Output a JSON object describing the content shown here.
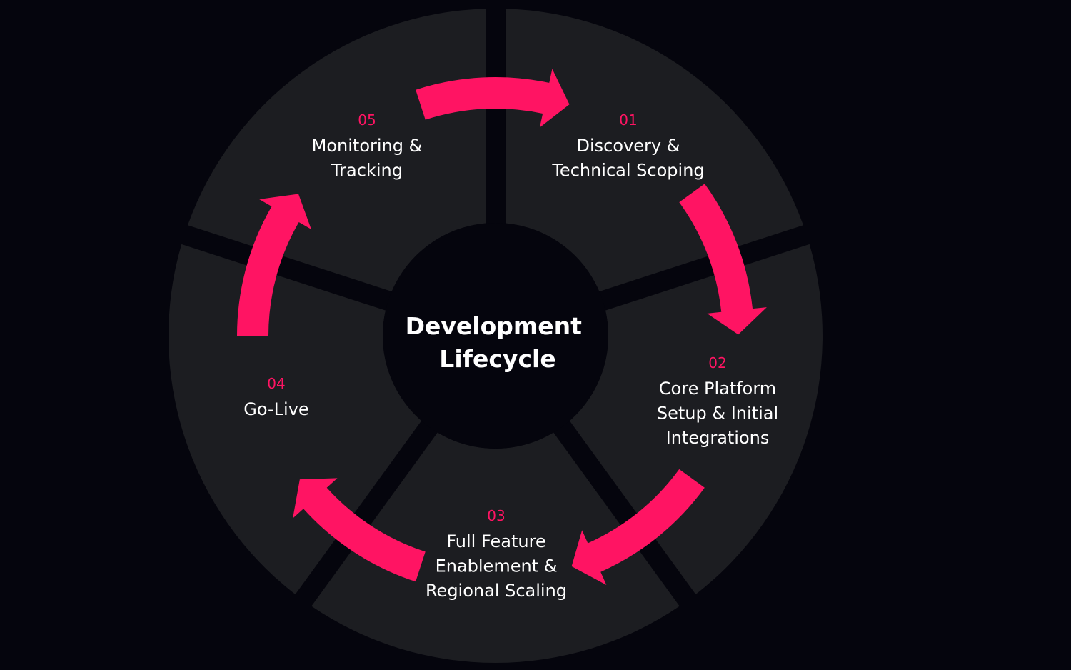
{
  "title": [
    "Development",
    "Lifecycle"
  ],
  "colors": {
    "background": "#05050d",
    "segment": "#1c1d21",
    "center": "#05050d",
    "accent": "#ff1463",
    "text": "#ffffff"
  },
  "stages": [
    {
      "number": "01",
      "lines": [
        "Discovery &",
        "Technical Scoping"
      ]
    },
    {
      "number": "02",
      "lines": [
        "Core Platform",
        "Setup & Initial",
        "Integrations"
      ]
    },
    {
      "number": "03",
      "lines": [
        "Full Feature",
        "Enablement &",
        "Regional Scaling"
      ]
    },
    {
      "number": "04",
      "lines": [
        "Go-Live"
      ]
    },
    {
      "number": "05",
      "lines": [
        "Monitoring &",
        "Tracking"
      ]
    }
  ]
}
